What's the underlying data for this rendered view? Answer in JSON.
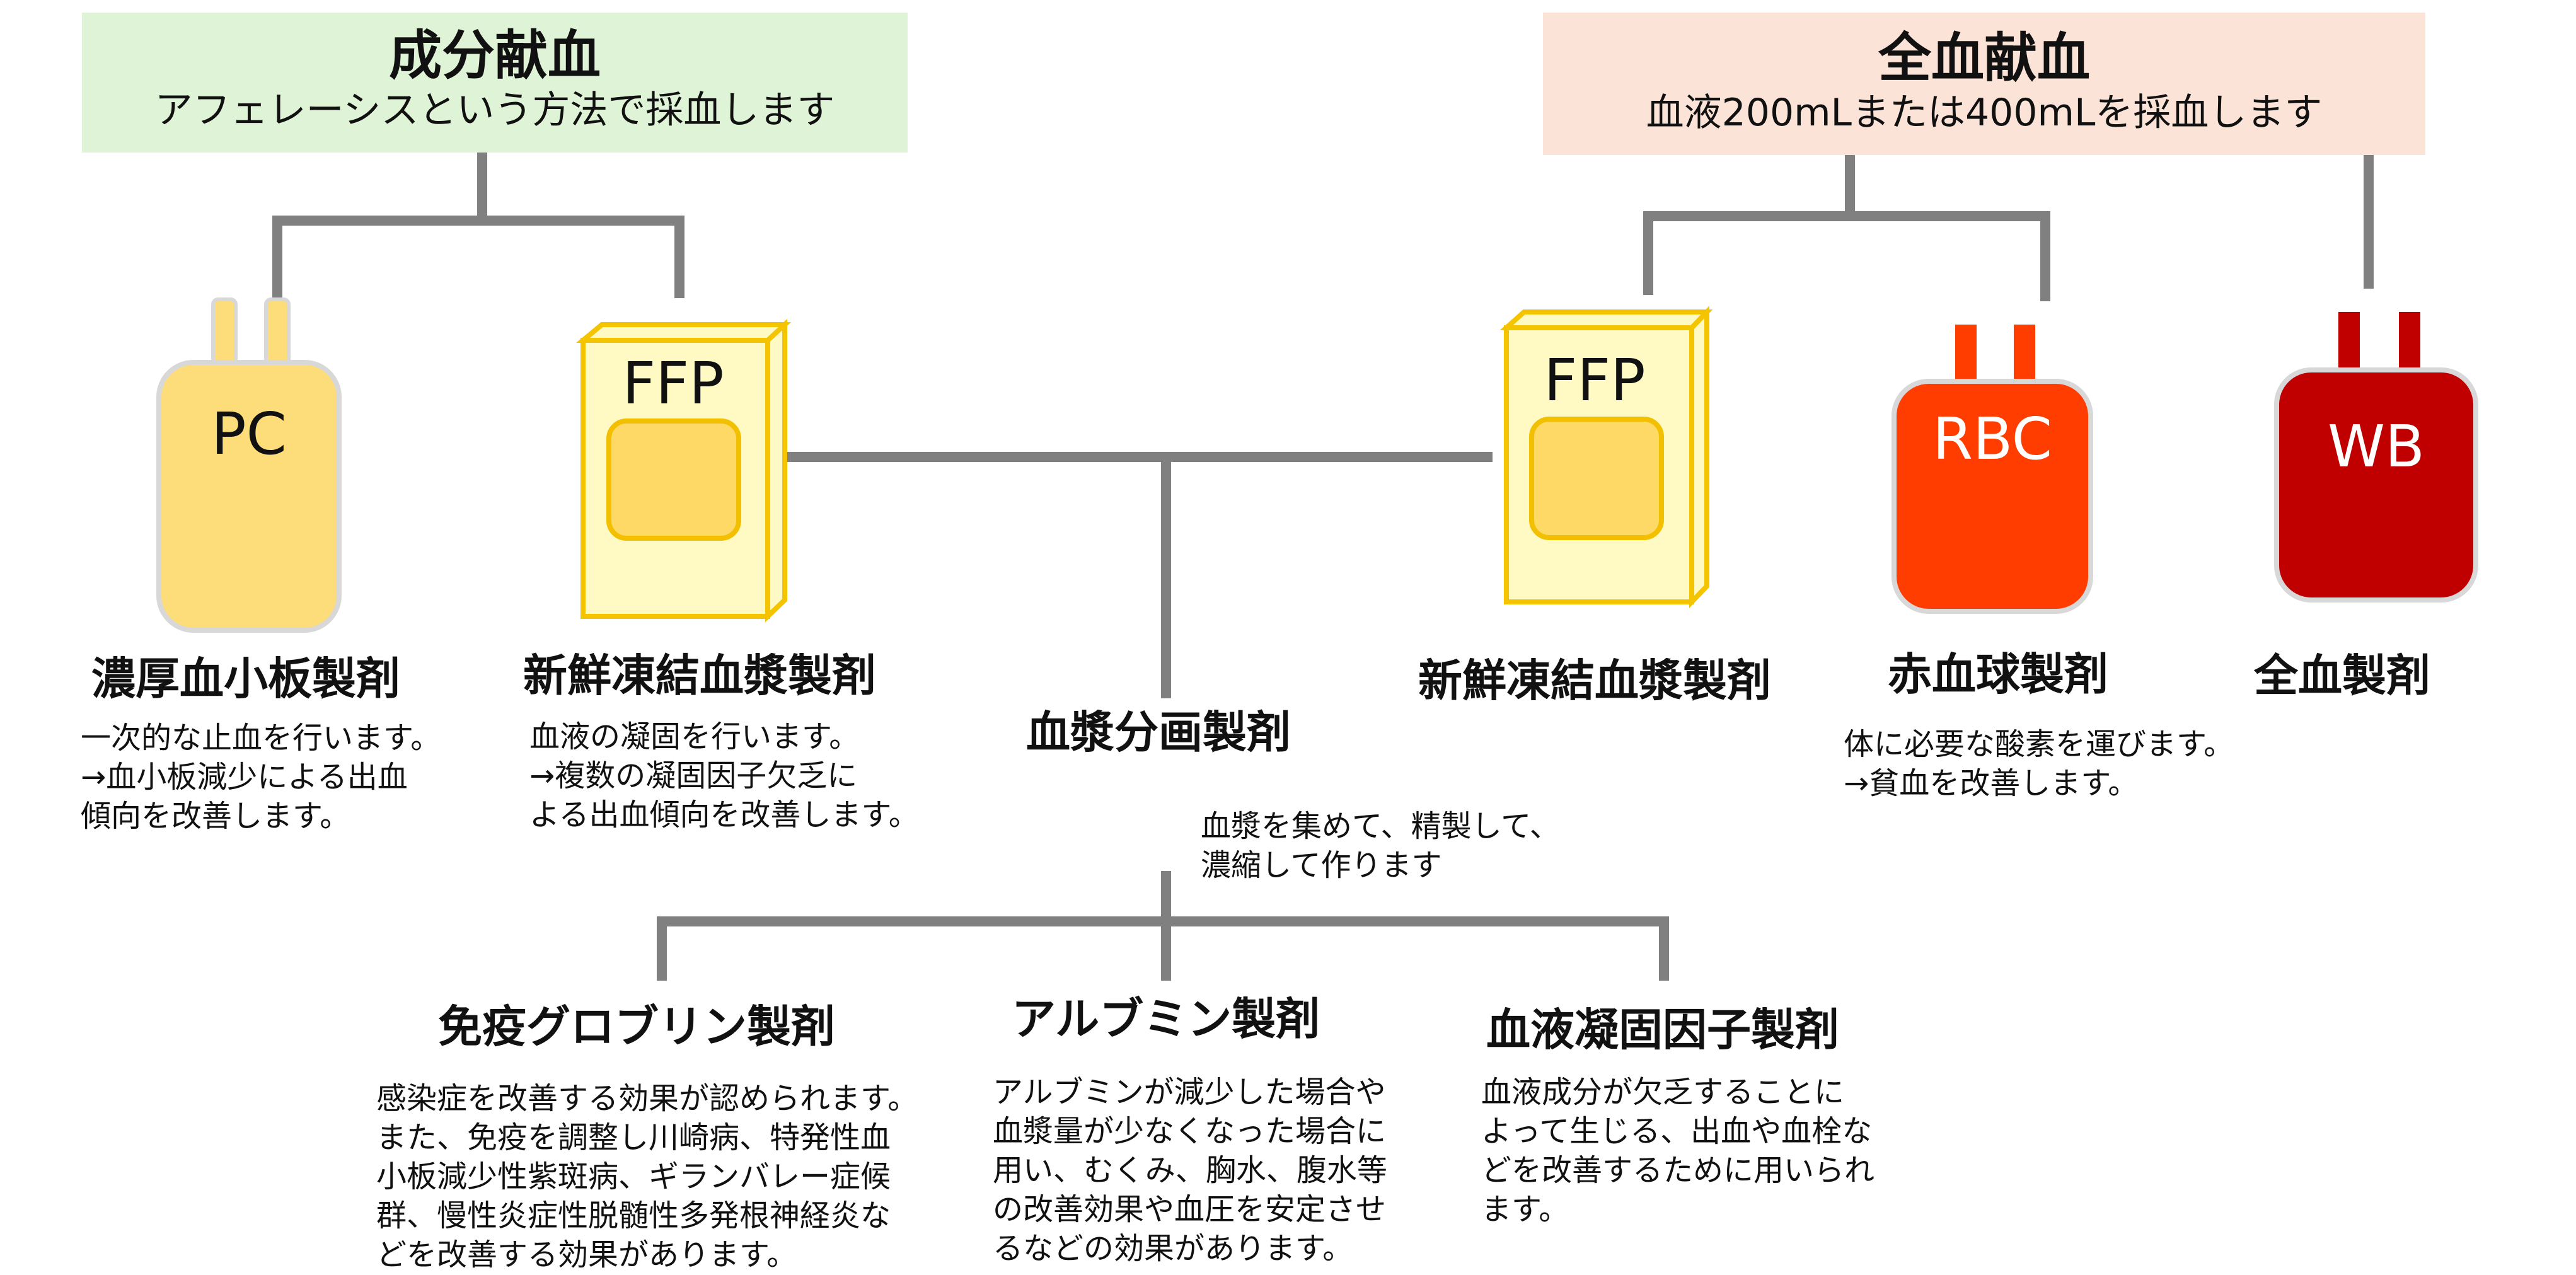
{
  "component_donation": {
    "title": "成分献血",
    "subtitle": "アフェレーシスという方法で採血します",
    "color": "#dff3d6"
  },
  "whole_donation": {
    "title": "全血献血",
    "subtitle": "血液200mLまたは400mLを採血します",
    "color": "#fbe3d7"
  },
  "products": {
    "pc": {
      "bag_label": "PC",
      "name": "濃厚血小板製剤",
      "desc": "一次的な止血を行います。\n→血小板減少による出血\n傾向を改善します。",
      "color": "#fddc7a"
    },
    "ffp_left": {
      "bag_label": "FFP",
      "name": "新鮮凍結血漿製剤",
      "desc": "血液の凝固を行います。\n→複数の凝固因子欠乏に\nよる出血傾向を改善します。",
      "color": "#fffac4"
    },
    "plasma_fraction": {
      "name": "血漿分画製剤",
      "desc": "血漿を集めて、精製して、\n濃縮して作ります"
    },
    "ffp_right": {
      "bag_label": "FFP",
      "name": "新鮮凍結血漿製剤",
      "color": "#fffac4"
    },
    "rbc": {
      "bag_label": "RBC",
      "name": "赤血球製剤",
      "desc": "体に必要な酸素を運びます。\n→貧血を改善します。",
      "color": "#ff3d00"
    },
    "wb": {
      "bag_label": "WB",
      "name": "全血製剤",
      "color": "#c00000"
    }
  },
  "fractions": {
    "immunoglobulin": {
      "name": "免疫グロブリン製剤",
      "desc": "感染症を改善する効果が認められます。\nまた、免疫を調整し川崎病、特発性血\n小板減少性紫斑病、ギランバレー症候\n群、慢性炎症性脱髄性多発根神経炎な\nどを改善する効果があります。"
    },
    "albumin": {
      "name": "アルブミン製剤",
      "desc": "アルブミンが減少した場合や\n血漿量が少なくなった場合に\n用い、むくみ、胸水、腹水等\nの改善効果や血圧を安定させ\nるなどの効果があります。"
    },
    "coagulation": {
      "name": "血液凝固因子製剤",
      "desc": "血液成分が欠乏することに\nよって生じる、出血や血栓な\nどを改善するために用いられ\nます。"
    }
  }
}
